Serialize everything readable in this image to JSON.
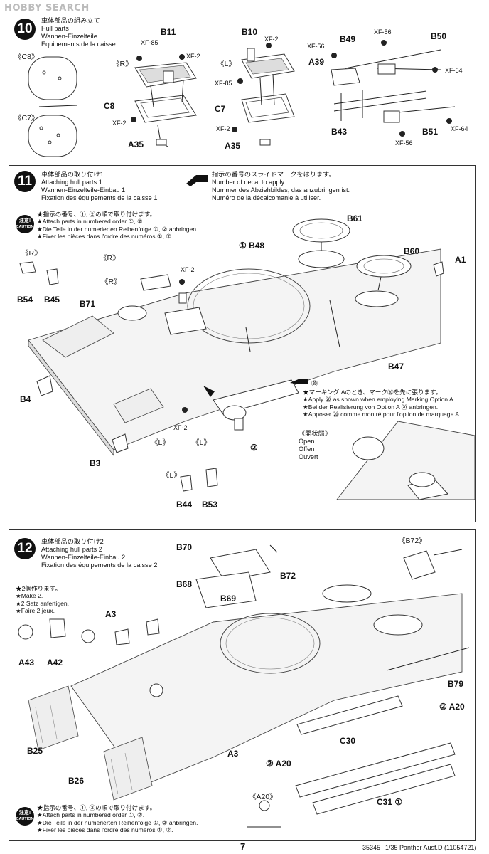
{
  "watermark": "HOBBY SEARCH",
  "step10": {
    "number": "10",
    "title_jp": "車体部品の組み立て",
    "title_en": "Hull parts",
    "title_de": "Wannen-Einzelteile",
    "title_fr": "Equipements de la caisse",
    "labels": {
      "c8_ref": "《C8》",
      "c7_ref": "《C7》",
      "r": "《R》",
      "l": "《L》",
      "b11": "B11",
      "b10": "B10",
      "b49": "B49",
      "b50": "B50",
      "c8": "C8",
      "c7": "C7",
      "a35a": "A35",
      "a35b": "A35",
      "a39": "A39",
      "b43": "B43",
      "b51": "B51",
      "xf85a": "XF-85",
      "xf2a": "XF-2",
      "xf2b": "XF-2",
      "xf2c": "XF-2",
      "xf85b": "XF-85",
      "xf2d": "XF-2",
      "xf56a": "XF-56",
      "xf56b": "XF-56",
      "xf56c": "XF-56",
      "xf64a": "XF-64",
      "xf64b": "XF-64"
    }
  },
  "step11": {
    "number": "11",
    "title_jp": "車体部品の取り付け1",
    "title_en": "Attaching hull parts 1",
    "title_de": "Wannen-Einzelteile-Einbau 1",
    "title_fr": "Fixation des équipements de la caisse 1",
    "decal_note": [
      "指示の番号のスライドマークをはります。",
      "Number of decal to apply.",
      "Nummer des Abziehbildes, das anzubringen ist.",
      "Numéro de la décalcomanie à utiliser."
    ],
    "caution": {
      "jp": "注意!",
      "en": "CAUTION"
    },
    "order_note": [
      "★指示の番号、①, ②の順で取り付けます。",
      "★Attach parts in numbered order ①, ②.",
      "★Die Teile in der numerierten Reihenfolge ①, ② anbringen.",
      "★Fixer les pièces dans l'ordre des numéros ①, ②."
    ],
    "marking_note": [
      "★マーキング Aのとき、マーク⑳を先に張ります。",
      "★Apply ⑳ as shown when employing Marking Option A.",
      "★Bei der Realisierung von Option A ⑳ anbringen.",
      "★Apposer ⑳ comme montré pour l'option de marquage A."
    ],
    "open_state": [
      "《開状態》",
      "Open",
      "Offen",
      "Ouvert"
    ],
    "labels": {
      "r1": "《R》",
      "r2": "《R》",
      "r3": "《R》",
      "l1": "《L》",
      "l2": "《L》",
      "l3": "《L》",
      "b54": "B54",
      "b45": "B45",
      "b48": "① B48",
      "b61": "B61",
      "b60": "B60",
      "a1": "A1",
      "b71": "B71",
      "b47": "B47",
      "b4": "B4",
      "b3": "B3",
      "b44": "B44",
      "b53": "B53",
      "xf2a": "XF-2",
      "xf2b": "XF-2",
      "decal20": "⑳",
      "c2": "②"
    }
  },
  "step12": {
    "number": "12",
    "title_jp": "車体部品の取り付け2",
    "title_en": "Attaching hull parts 2",
    "title_de": "Wannen-Einzelteile-Einbau 2",
    "title_fr": "Fixation des équipements de la caisse 2",
    "make2": [
      "★2個作ります。",
      "★Make 2.",
      "★2 Satz anfertigen.",
      "★Faire 2 jeux."
    ],
    "caution": {
      "jp": "注意!",
      "en": "CAUTION"
    },
    "order_note": [
      "★指示の番号、①, ②の順で取り付けます。",
      "★Attach parts in numbered order ①, ②.",
      "★Die Teile in der numerierten Reihenfolge ①, ② anbringen.",
      "★Fixer les pièces dans l'ordre des numéros ①, ②."
    ],
    "labels": {
      "b70": "B70",
      "b72": "B72",
      "b72ref": "《B72》",
      "b68": "B68",
      "b69": "B69",
      "a3a": "A3",
      "a3b": "A3",
      "a43": "A43",
      "a42": "A42",
      "b79": "B79",
      "b25": "B25",
      "b26": "B26",
      "a20a": "② A20",
      "a20b": "② A20",
      "a20ref": "《A20》",
      "c30": "C30",
      "c31": "C31 ①"
    }
  },
  "footer": {
    "page": "7",
    "code": "35345",
    "desc": "1/35 Panther Ausf.D (11054721)"
  }
}
